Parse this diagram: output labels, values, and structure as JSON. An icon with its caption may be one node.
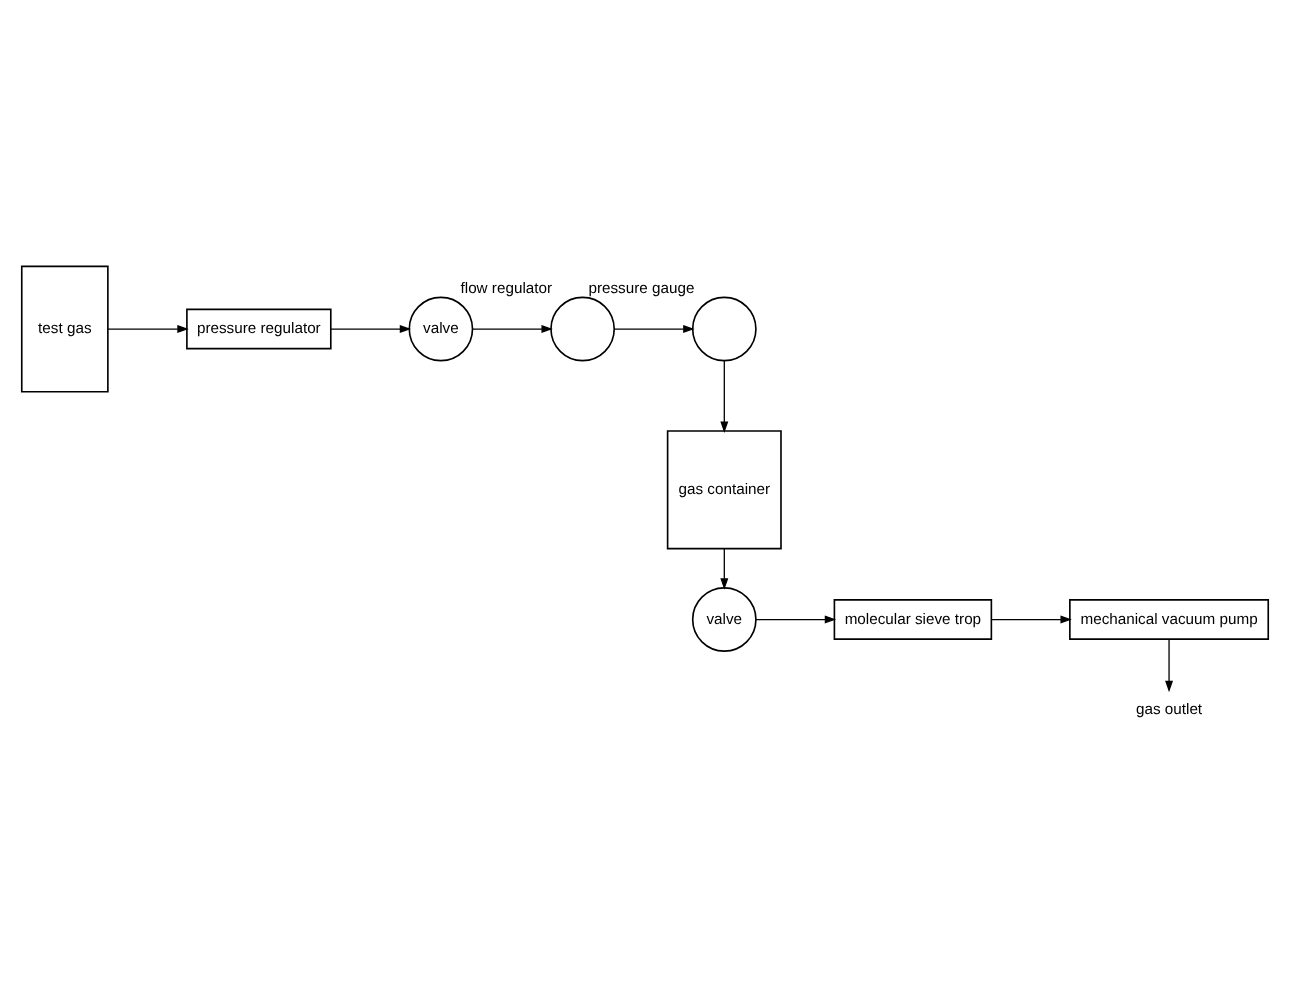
{
  "diagram": {
    "nodes": [
      {
        "text": [
          "test gas"
        ]
      },
      {
        "text": [
          "pressure regulator"
        ]
      },
      {
        "text": [
          "valve"
        ]
      },
      {
        "text": [],
        "shape": "circle",
        "beside": [
          "flow regulator"
        ]
      },
      {
        "text": [],
        "shape": "circle",
        "beside": [
          "pressure gauge"
        ]
      },
      {
        "text": [
          "gas container"
        ]
      },
      {
        "text": [
          "valve"
        ]
      },
      {
        "text": [
          "molecular sieve trop"
        ]
      },
      {
        "text": [
          "mechanical vacuum pump"
        ]
      },
      {
        "text": [
          "gas outlet"
        ]
      }
    ],
    "edges": [
      {
        "from": 0,
        "to": 1,
        "arrow": "to"
      },
      {
        "from": 1,
        "to": 2,
        "arrow": "to"
      },
      {
        "from": 2,
        "to": 3,
        "arrow": "to"
      },
      {
        "from": 3,
        "to": 4,
        "arrow": "to"
      },
      {
        "from": 4,
        "to": 5,
        "arrow": "to"
      },
      {
        "from": 5,
        "to": 6,
        "arrow": "to"
      },
      {
        "from": 6,
        "to": 7,
        "arrow": "to"
      },
      {
        "from": 7,
        "to": 8,
        "arrow": "to"
      },
      {
        "from": 8,
        "to": 9,
        "arrow": "to"
      }
    ]
  }
}
